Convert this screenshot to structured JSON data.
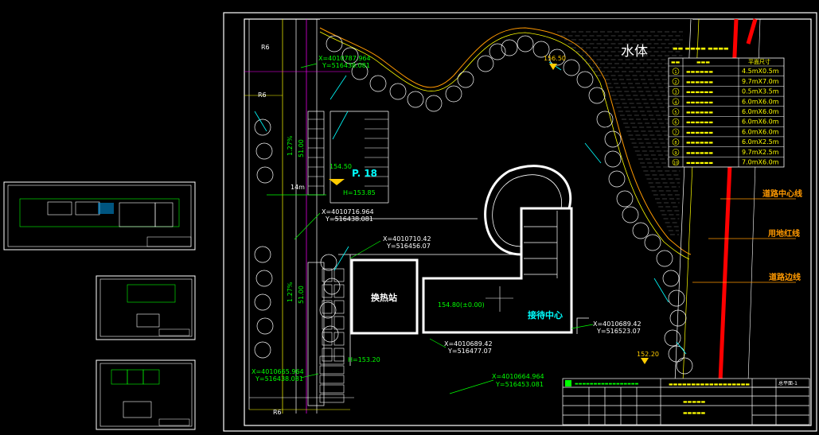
{
  "drawing": {
    "water_body": "水体",
    "table_rows": [
      {
        "no": "1",
        "size": "4.5mX0.5m"
      },
      {
        "no": "2",
        "size": "9.7mX7.0m"
      },
      {
        "no": "3",
        "size": "0.5mX3.5m"
      },
      {
        "no": "4",
        "size": "6.0mX6.0m"
      },
      {
        "no": "5",
        "size": "6.0mX6.0m"
      },
      {
        "no": "6",
        "size": "6.0mX6.0m"
      },
      {
        "no": "7",
        "size": "6.0mX6.0m"
      },
      {
        "no": "8",
        "size": "6.0mX2.5m"
      },
      {
        "no": "9",
        "size": "9.7mX2.5m"
      },
      {
        "no": "10",
        "size": "7.0mX6.0m"
      }
    ],
    "table_header_right": "平面尺寸",
    "road_center": "道路中心线",
    "red_line": "用地红线",
    "road_edge": "道路边线",
    "building_a": "换热站",
    "building_b": "接待中心",
    "parking_label": "P. 18",
    "level_top": "156.50",
    "level_left": "154.50",
    "level_bottom": "152.20",
    "level_center": "154.80(±0.00)",
    "h_label_1": "H=153.85",
    "h_label_2": "H=153.20",
    "dim_14m": "14m",
    "dim_51a": "51.00",
    "dim_51b": "51.00",
    "dim_127a": "1.27%",
    "dim_127b": "1.27%",
    "r6_top": "R6",
    "r6_left": "R6",
    "r6_bottom": "R6",
    "coords": [
      {
        "x": "X=4010787.964",
        "y": "Y=516438.081"
      },
      {
        "x": "X=4010716.964",
        "y": "Y=516438.081"
      },
      {
        "x": "X=4010710.42",
        "y": "Y=516456.07"
      },
      {
        "x": "X=4010689.42",
        "y": "Y=516477.07"
      },
      {
        "x": "X=4010689.42",
        "y": "Y=516523.07"
      },
      {
        "x": "X=4010665.964",
        "y": "Y=516438.081"
      },
      {
        "x": "X=4010664.964",
        "y": "Y=516453.081"
      }
    ],
    "title_block_code": "总平面-1"
  },
  "colors": {
    "frame": "#ffffff",
    "accent_cyan": "#00ffff",
    "green": "#00ff00",
    "yellow": "#ffff00",
    "red": "#ff0000",
    "orange": "#ff9900",
    "magenta": "#ff00ff"
  }
}
